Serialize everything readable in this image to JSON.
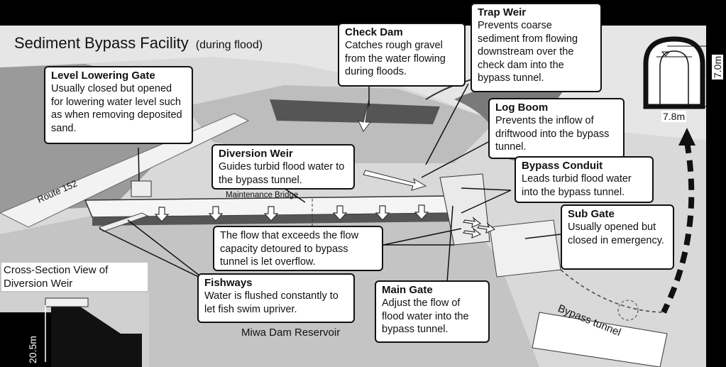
{
  "title": "Sediment Bypass Facility",
  "subtitle": "(during flood)",
  "callouts": {
    "check_dam": {
      "title": "Check Dam",
      "desc": "Catches rough gravel from the water flowing during floods."
    },
    "trap_weir": {
      "title": "Trap Weir",
      "desc": "Prevents coarse sediment from flowing downstream over the check dam into the bypass tunnel."
    },
    "level_gate": {
      "title": "Level Lowering Gate",
      "desc": "Usually closed but opened for lowering water level such as when removing deposited sand."
    },
    "log_boom": {
      "title": "Log Boom",
      "desc": "Prevents the inflow of driftwood into the bypass tunnel."
    },
    "diversion_weir": {
      "title": "Diversion Weir",
      "desc": "Guides turbid flood water to the bypass tunnel."
    },
    "bypass_conduit": {
      "title": "Bypass Conduit",
      "desc": "Leads turbid flood water into the bypass tunnel."
    },
    "overflow": {
      "desc": "The flow that exceeds the flow capacity detoured to bypass tunnel is let overflow."
    },
    "sub_gate": {
      "title": "Sub Gate",
      "desc": "Usually opened but closed in emergency."
    },
    "fishways": {
      "title": "Fishways",
      "desc": "Water is flushed constantly to let fish swim upriver."
    },
    "main_gate": {
      "title": "Main Gate",
      "desc": "Adjust the flow of flood water into the bypass tunnel."
    }
  },
  "labels": {
    "route": "Route 152",
    "maintenance_bridge": "Maintenance Bridge",
    "reservoir": "Miwa Dam Reservoir",
    "bypass_tunnel": "Bypass tunnel",
    "cross_section": "Cross-Section View of Diversion Weir",
    "height_20_5": "20.5m",
    "tunnel_height": "7.0m",
    "tunnel_width": "7.8m"
  }
}
